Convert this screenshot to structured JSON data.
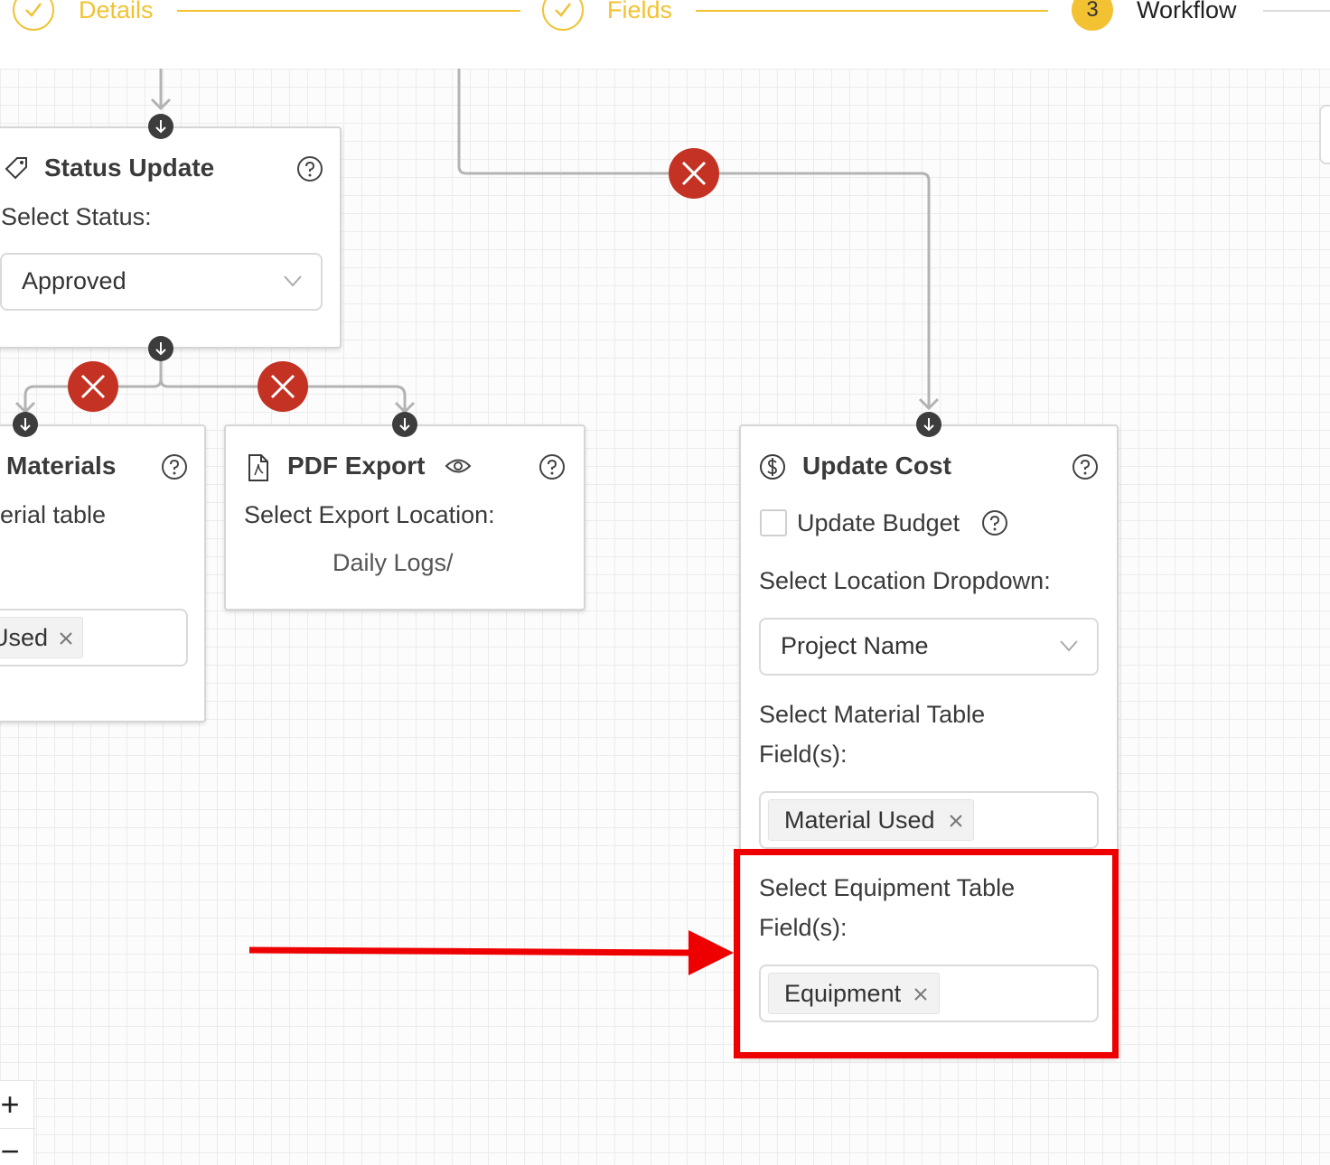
{
  "stepper": {
    "steps": [
      {
        "label": "Details",
        "state": "done"
      },
      {
        "label": "Fields",
        "state": "done"
      },
      {
        "number": "3",
        "label": "Workflow",
        "state": "active"
      }
    ],
    "accent_color": "#f2c232"
  },
  "nodes": {
    "status_update": {
      "title": "Status Update",
      "icon": "tag-icon",
      "select_label": "Select Status:",
      "selected_value": "Approved"
    },
    "materials": {
      "title": "Materials",
      "subtitle": "erial table",
      "tag": "Used"
    },
    "pdf_export": {
      "title": "PDF Export",
      "icon": "pdf-file-icon",
      "select_label": "Select Export Location:",
      "location": "Daily Logs/"
    },
    "update_cost": {
      "title": "Update Cost",
      "icon": "dollar-icon",
      "checkbox_label": "Update Budget",
      "checkbox_checked": false,
      "location_label": "Select Location Dropdown:",
      "location_value": "Project Name",
      "material_label_line1": "Select Material Table",
      "material_label_line2": "Field(s):",
      "material_tag": "Material Used",
      "equipment_label_line1": "Select Equipment Table",
      "equipment_label_line2": "Field(s):",
      "equipment_tag": "Equipment"
    }
  },
  "zoom_controls": {
    "zoom_in": "+",
    "zoom_out": "−"
  },
  "annotation": {
    "highlight_color": "#ee0000"
  },
  "colors": {
    "delete": "#c43224",
    "connector": "#b3b3b3"
  }
}
